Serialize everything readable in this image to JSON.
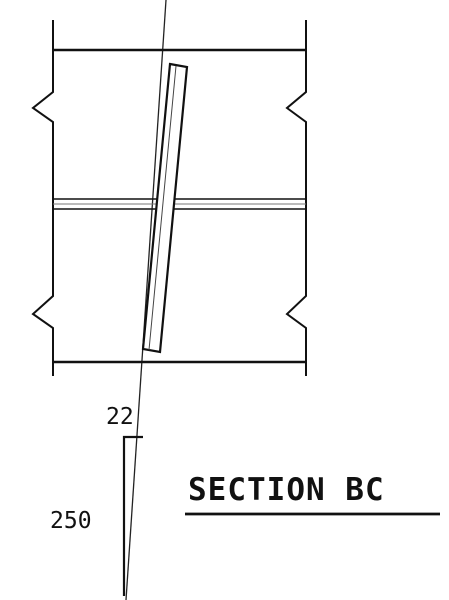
{
  "drawing": {
    "title": "SECTION BC",
    "dimensions": {
      "top": "22",
      "side": "250"
    }
  }
}
